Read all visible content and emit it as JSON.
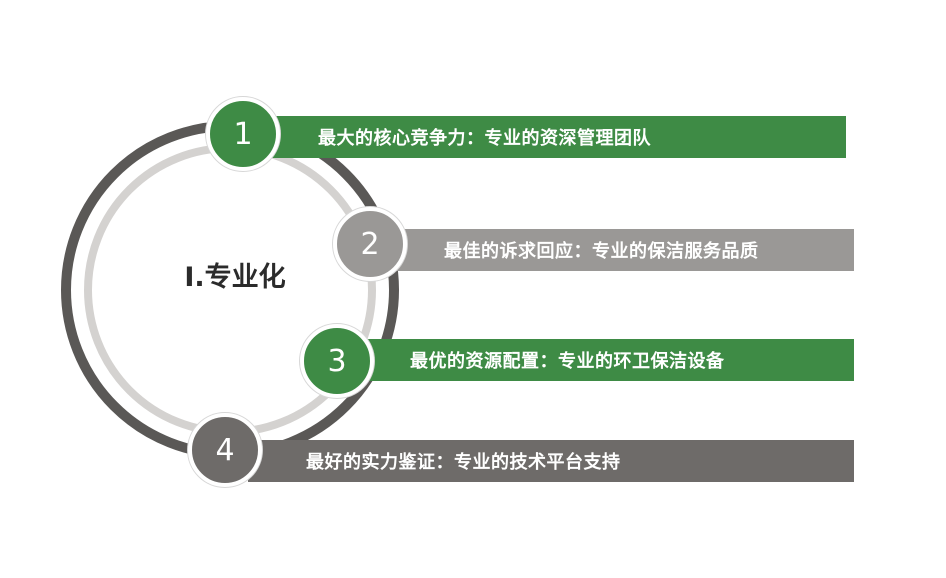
{
  "center_title": "Ⅰ.专业化",
  "items": [
    {
      "number": "1",
      "text": "最大的核心竞争力：专业的资深管理团队"
    },
    {
      "number": "2",
      "text": "最佳的诉求回应：专业的保洁服务品质"
    },
    {
      "number": "3",
      "text": "最优的资源配置：专业的环卫保洁设备"
    },
    {
      "number": "4",
      "text": "最好的实力鉴证：专业的技术平台支持"
    }
  ],
  "colors": {
    "green": "#3e8b45",
    "gray_light": "#9a9896",
    "gray_dark": "#6e6b69",
    "ring_outer": "#5a5856",
    "ring_inner": "#d4d2d0"
  }
}
